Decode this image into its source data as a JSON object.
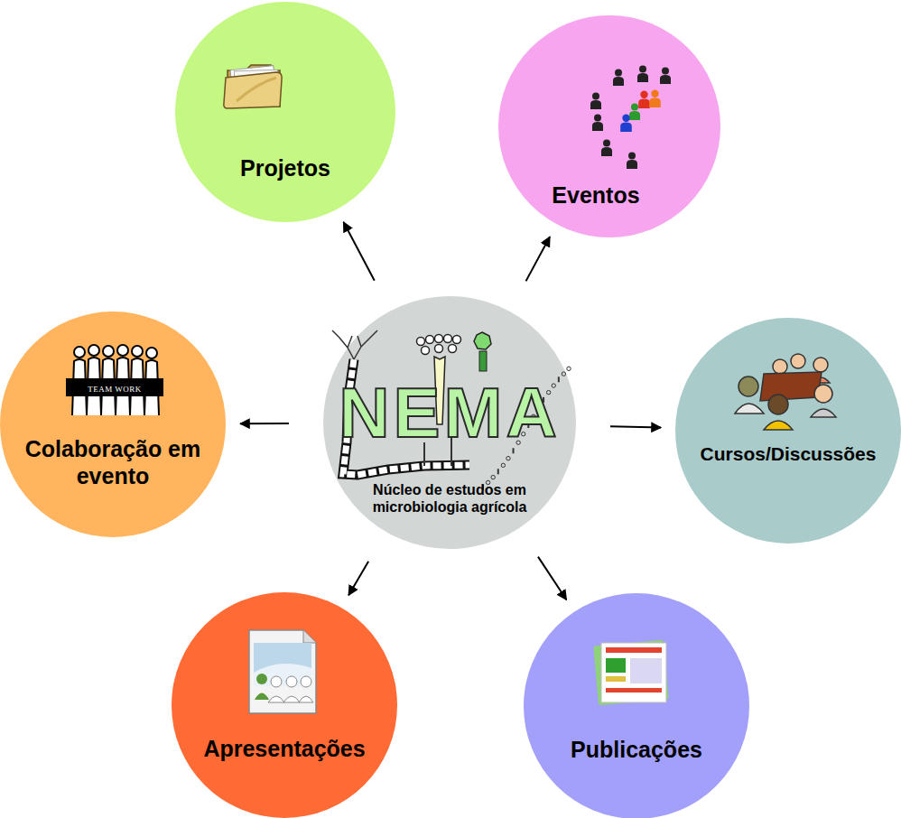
{
  "diagram": {
    "nodes": [
      {
        "text": [
          "NEMA",
          "Núcleo de estudos em microbiologia agrícola"
        ]
      },
      {
        "text": [
          "Projetos"
        ]
      },
      {
        "text": [
          "Eventos"
        ]
      },
      {
        "text": [
          "Colaboração em evento"
        ]
      },
      {
        "text": [
          "Cursos/Discussões"
        ]
      },
      {
        "text": [
          "Apresentações"
        ]
      },
      {
        "text": [
          "Publicações"
        ]
      }
    ],
    "edges": [
      {
        "from": 0,
        "to": 1,
        "arrow": "to"
      },
      {
        "from": 0,
        "to": 2,
        "arrow": "to"
      },
      {
        "from": 0,
        "to": 3,
        "arrow": "to"
      },
      {
        "from": 0,
        "to": 4,
        "arrow": "to"
      },
      {
        "from": 0,
        "to": 5,
        "arrow": "to"
      },
      {
        "from": 0,
        "to": 6,
        "arrow": "to"
      }
    ],
    "labels": [
      "TEAM WORK"
    ]
  }
}
